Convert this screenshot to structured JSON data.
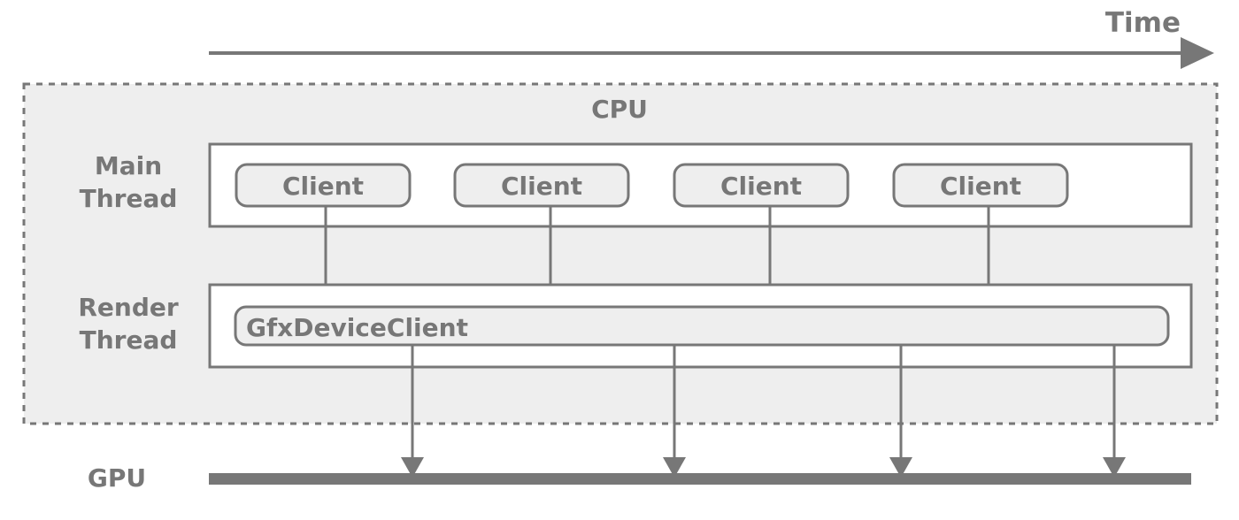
{
  "diagram": {
    "title_axis": "Time",
    "regions": [
      {
        "id": "cpu",
        "label": "CPU"
      }
    ],
    "rows": [
      {
        "id": "main-thread",
        "label_line1": "Main",
        "label_line2": "Thread"
      },
      {
        "id": "render-thread",
        "label_line1": "Render",
        "label_line2": "Thread"
      },
      {
        "id": "gpu",
        "label_line1": "GPU",
        "label_line2": ""
      }
    ],
    "clients": [
      {
        "label": "Client"
      },
      {
        "label": "Client"
      },
      {
        "label": "Client"
      },
      {
        "label": "Client"
      }
    ],
    "render_node": {
      "label": "GfxDeviceClient"
    },
    "colors": {
      "stroke": "#777777",
      "text": "#777777",
      "cpu_fill": "#eeeeee",
      "thread_fill": "#ffffff",
      "node_fill": "#eeeeee",
      "gpu_bar": "#777777",
      "page_background": "#ffffff"
    }
  }
}
